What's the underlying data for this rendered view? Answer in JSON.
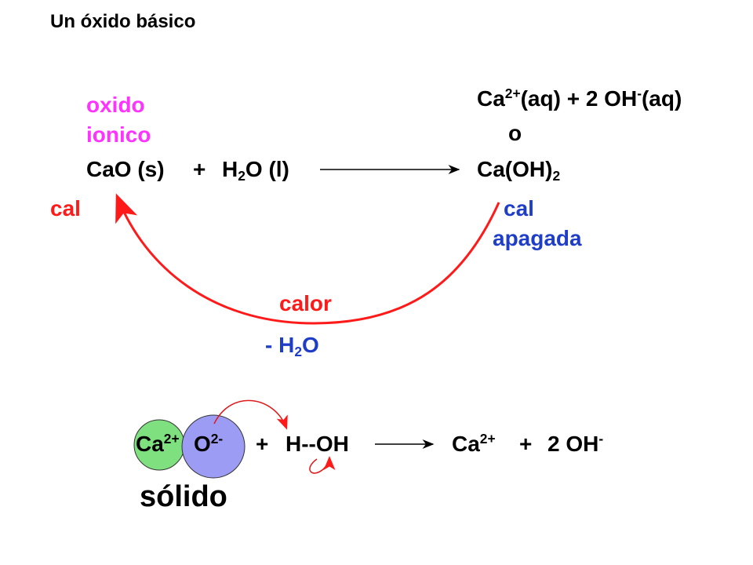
{
  "title": "Un óxido básico",
  "top_reaction": {
    "label_line1": "oxido",
    "label_line2": "ionico",
    "reactant1": "CaO (s)",
    "plus": "+",
    "water_a": "H",
    "water_sub": "2",
    "water_b": "O (l)",
    "ion_product": {
      "ca": "Ca",
      "ca_charge": "2+",
      "aq1": "(aq) + 2 OH",
      "oh_charge": "-",
      "aq2": "(aq)"
    },
    "or_word": "o",
    "hydroxide_a": "Ca(OH)",
    "hydroxide_sub": "2",
    "left_name": "cal",
    "right_name_line1": "cal",
    "right_name_line2": "apagada",
    "cycle_label1": "calor",
    "cycle_label2_a": "- H",
    "cycle_label2_sub": "2",
    "cycle_label2_b": "O"
  },
  "bottom_reaction": {
    "cation": "Ca",
    "cation_charge": "2+",
    "anion": "O",
    "anion_charge": "2-",
    "plus1": "+",
    "water": "H--OH",
    "product_cation": "Ca",
    "product_cation_charge": "2+",
    "plus2": "+",
    "product_anion": "2 OH",
    "product_anion_charge": "-",
    "solid_label": "sólido"
  },
  "colors": {
    "label_magenta": "#ff33ff",
    "cycle_red": "#ff1a1a",
    "name_blue": "#1f3ec8",
    "cation_circle": "#7ee07e",
    "anion_circle": "#9c9cf4"
  }
}
